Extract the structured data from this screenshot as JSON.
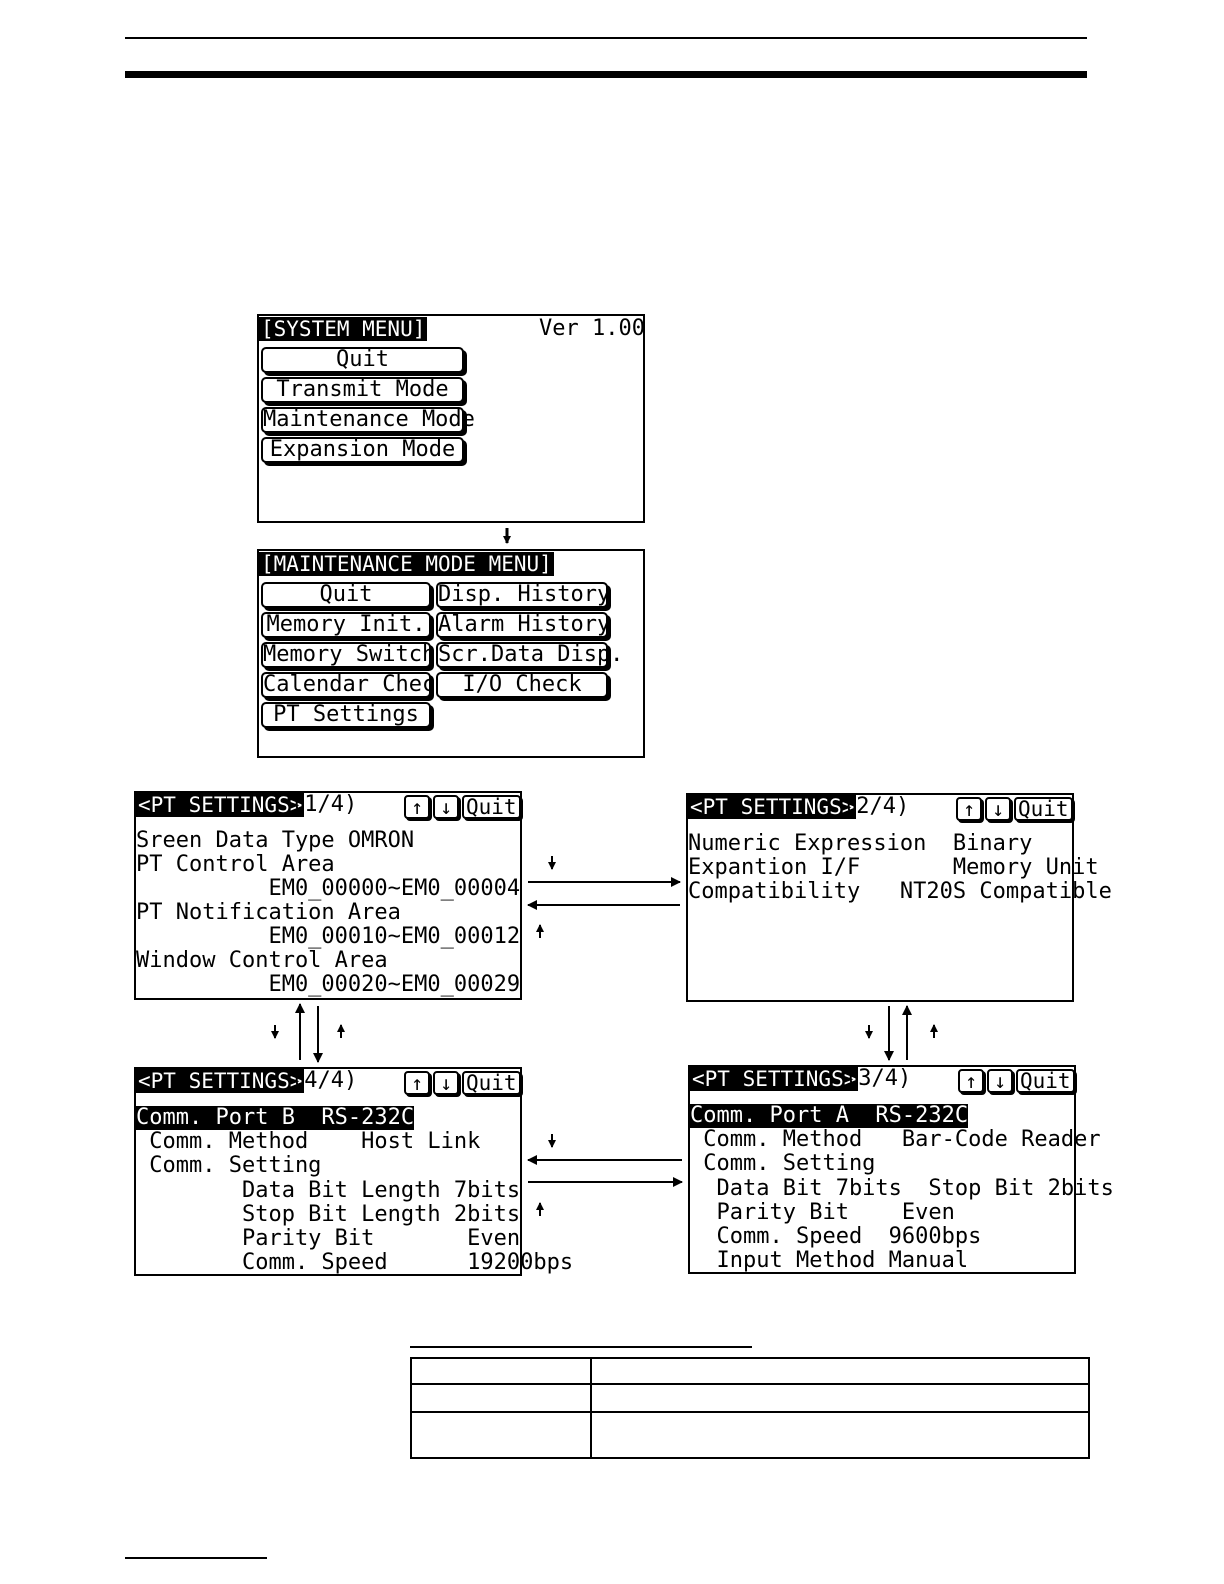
{
  "system_menu": {
    "title": "[SYSTEM MENU]",
    "version": "Ver 1.00",
    "buttons": [
      "Quit",
      "Transmit Mode",
      "Maintenance Mode",
      "Expansion Mode"
    ]
  },
  "maintenance_menu": {
    "title": "[MAINTENANCE MODE MENU]",
    "buttons": [
      "Quit",
      "Disp. History",
      "Memory Init.",
      "Alarm History",
      "Memory Switch",
      "Scr.Data Disp.",
      "Calendar Check",
      "I/O Check",
      "PT Settings"
    ]
  },
  "pt1": {
    "title": "<PT SETTINGS>",
    "page": "(1/4)",
    "quit": "Quit",
    "lines": [
      "Sreen Data Type OMRON",
      "PT Control Area",
      "          EM0_00000~EM0_00004",
      "PT Notification Area",
      "          EM0_00010~EM0_00012",
      "Window Control Area",
      "          EM0_00020~EM0_00029"
    ]
  },
  "pt2": {
    "title": "<PT SETTINGS>",
    "page": "(2/4)",
    "quit": "Quit",
    "lines": [
      "Numeric Expression  Binary",
      "Expantion I/F       Memory Unit",
      "Compatibility   NT20S Compatible"
    ]
  },
  "pt3": {
    "title": "<PT SETTINGS>",
    "page": "(3/4)",
    "quit": "Quit",
    "highlight": "Comm. Port A  RS-232C",
    "lines": [
      " Comm. Method   Bar-Code Reader",
      " Comm. Setting",
      "  Data Bit 7bits  Stop Bit 2bits",
      "  Parity Bit    Even",
      "  Comm. Speed  9600bps",
      "  Input Method Manual"
    ]
  },
  "pt4": {
    "title": "<PT SETTINGS>",
    "page": "(4/4)",
    "quit": "Quit",
    "highlight": "Comm. Port B  RS-232C",
    "lines": [
      " Comm. Method    Host Link",
      " Comm. Setting",
      "        Data Bit Length 7bits",
      "        Stop Bit Length 2bits",
      "        Parity Bit       Even",
      "        Comm. Speed      19200bps"
    ]
  },
  "icons": {
    "up": "up-arrow-icon",
    "down": "down-arrow-icon"
  }
}
